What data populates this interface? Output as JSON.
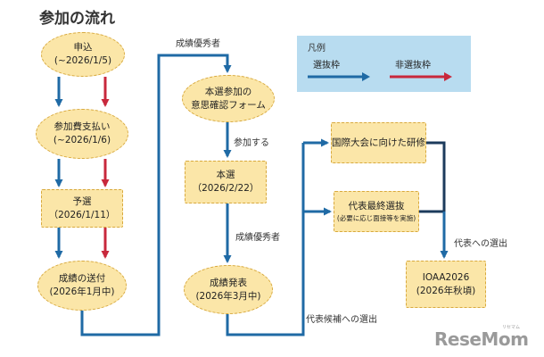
{
  "title": "参加の流れ",
  "legend": {
    "title": "凡例",
    "selected": "選抜枠",
    "nonselected": "非選抜枠",
    "colors": {
      "selected": "#1f6aa5",
      "nonselected": "#c8283c"
    }
  },
  "nodes": {
    "apply": {
      "line1": "申込",
      "line2": "(~2026/1/5)"
    },
    "fee": {
      "line1": "参加費支払い",
      "line2": "(~2026/1/6)"
    },
    "prelim": {
      "line1": "予選（2026/1/11）"
    },
    "send": {
      "line1": "成績の送付",
      "line2": "(2026年1月中)"
    },
    "intent": {
      "line1": "本選参加の",
      "line2": "意思確認フォーム"
    },
    "final": {
      "line1": "本選（2026/2/22）"
    },
    "results": {
      "line1": "成績発表",
      "line2": "(2026年3月中)"
    },
    "training": {
      "line1": "国際大会に向けた研修"
    },
    "rep_select": {
      "line1": "代表最終選抜",
      "line2": "(必要に応じ面接等を実施)"
    },
    "ioaa": {
      "line1": "IOAA2026",
      "line2": "(2026年秋頃)"
    }
  },
  "labels": {
    "top_performers_1": "成績優秀者",
    "join": "参加する",
    "top_performers_2": "成績優秀者",
    "rep_candidates": "代表候補への選出",
    "rep_selection": "代表への選出"
  },
  "watermark": {
    "text": "ReseMom",
    "small": "リセマム"
  }
}
